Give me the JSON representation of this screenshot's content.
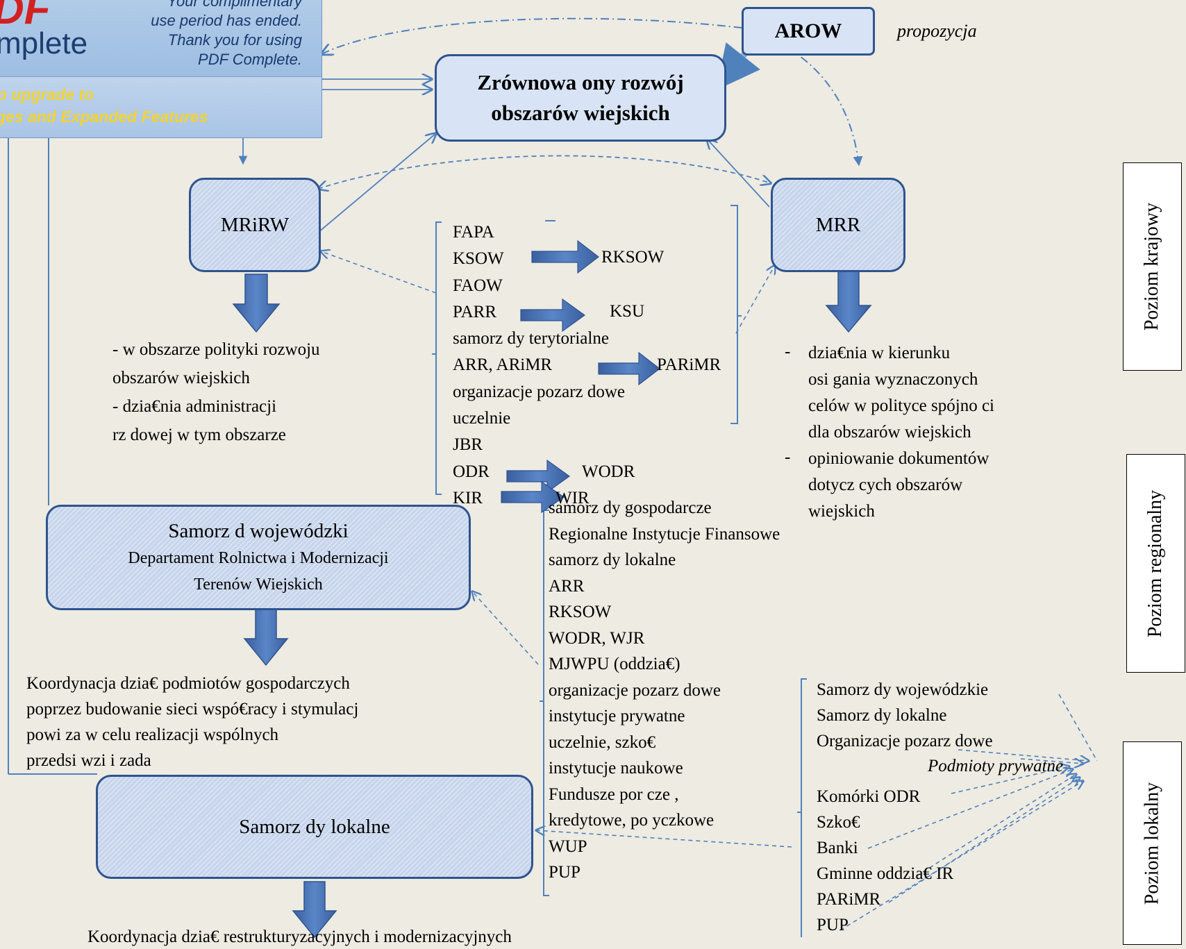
{
  "banner": {
    "logo_top": "DF",
    "logo_bottom": "mplete",
    "notice_line1": "Your complimentary",
    "notice_line2": "use period has ended.",
    "notice_line3": "Thank you for using",
    "notice_line4": "PDF Complete.",
    "upgrade_line1": "o upgrade to",
    "upgrade_line2": "ges and Expanded Features"
  },
  "nodes": {
    "arow": "AROW",
    "arow_note": "propozycja",
    "center_line1": "Zrównowa ony rozwój",
    "center_line2": "obszarów wiejskich",
    "mririrw": "MRiRW",
    "mrr": "MRR",
    "woj_line1": "Samorz d wojewódzki",
    "woj_line2": "Departament Rolnictwa i Modernizacji",
    "woj_line3": "Terenów Wiejskich",
    "lokalne": "Samorz dy lokalne"
  },
  "mririrw_desc": [
    "- w obszarze polityki rozwoju",
    "obszarów wiejskich",
    "- dzia€nia administracji",
    "rz dowej w tym obszarze"
  ],
  "mrr_desc": [
    "dzia€nia w kierunku",
    "osi gania wyznaczonych",
    "celów w polityce spójno ci",
    "dla obszarów wiejskich",
    "opiniowanie dokumentów",
    "dotycz cych obszarów",
    "wiejskich"
  ],
  "national_list": [
    "FAPA",
    "KSOW",
    "FAOW",
    "PARR",
    "samorz dy terytorialne",
    "ARR, ARiMR",
    "organizacje pozarz dowe",
    "uczelnie",
    "JBR",
    "ODR",
    "KIR"
  ],
  "national_targets": [
    "RKSOW",
    "KSU",
    "PARiMR",
    "WODR",
    "WIR"
  ],
  "regional_list": [
    "samorz dy gospodarcze",
    "Regionalne Instytucje Finansowe",
    "samorz dy lokalne",
    "ARR",
    "RKSOW",
    "WODR, WJR",
    "MJWPU (oddzia€)",
    "organizacje pozarz dowe",
    "instytucje prywatne",
    "uczelnie, szko€",
    "instytucje naukowe",
    "Fundusze por cze ,",
    "kredytowe, po yczkowe",
    "WUP",
    "PUP"
  ],
  "woj_desc": [
    "Koordynacja dzia€  podmiotów gospodarczych",
    "poprzez budowanie sieci wspó€racy i stymulacj",
    "powi za   w celu realizacji wspólnych",
    "przedsi wzi     i zada"
  ],
  "local_desc": "Koordynacja dzia€   restrukturyzacyjnych i modernizacyjnych",
  "local_list_top": [
    "Samorz dy wojewódzkie",
    "Samorz dy lokalne",
    "Organizacje pozarz dowe"
  ],
  "local_private": "Podmioty prywatne",
  "local_list_bottom": [
    "Komórki ODR",
    "Szko€",
    "Banki",
    "Gminne oddzia€ IR",
    "PARiMR",
    "PUP"
  ],
  "levels": {
    "national": "Poziom krajowy",
    "regional": "Poziom regionalny",
    "local": "Poziom lokalny"
  },
  "colors": {
    "background": "#eeebe2",
    "box_border": "#2e548f",
    "box_fill": "#c7d5ec",
    "arrow_fill": "#4a74b8",
    "connector": "#4f81bd"
  }
}
